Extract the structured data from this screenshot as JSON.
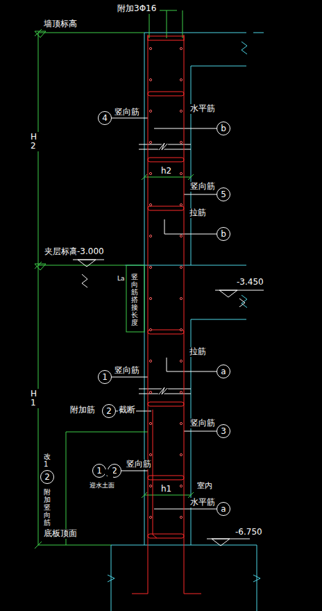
{
  "diagram": {
    "nodes": [
      {
        "text": [
          "4"
        ]
      },
      {
        "text": [
          "b"
        ]
      },
      {
        "text": [
          "5"
        ]
      },
      {
        "text": [
          "b"
        ]
      },
      {
        "text": [
          "1"
        ]
      },
      {
        "text": [
          "a"
        ]
      },
      {
        "text": [
          "2"
        ]
      },
      {
        "text": [
          "3"
        ]
      },
      {
        "text": [
          "1"
        ]
      },
      {
        "text": [
          "2"
        ]
      },
      {
        "text": [
          "2"
        ]
      },
      {
        "text": [
          "a"
        ]
      }
    ],
    "labels": [
      "墙顶标高",
      "附加3Φ16",
      "H2",
      "竖向筋",
      "水平筋",
      "h2",
      "竖向筋",
      "拉筋",
      "夹层标高",
      "-3.000",
      "-3.450",
      "La",
      "竖向筋搭接长度",
      "H1",
      "拉筋",
      "竖向筋",
      "附加筋",
      "截断",
      "竖向筋",
      "竖向筋",
      "、",
      "迎水土面",
      "室内",
      "附加竖向筋",
      "改1",
      "h1",
      "水平筋",
      "底板顶面",
      "-6.750"
    ]
  }
}
